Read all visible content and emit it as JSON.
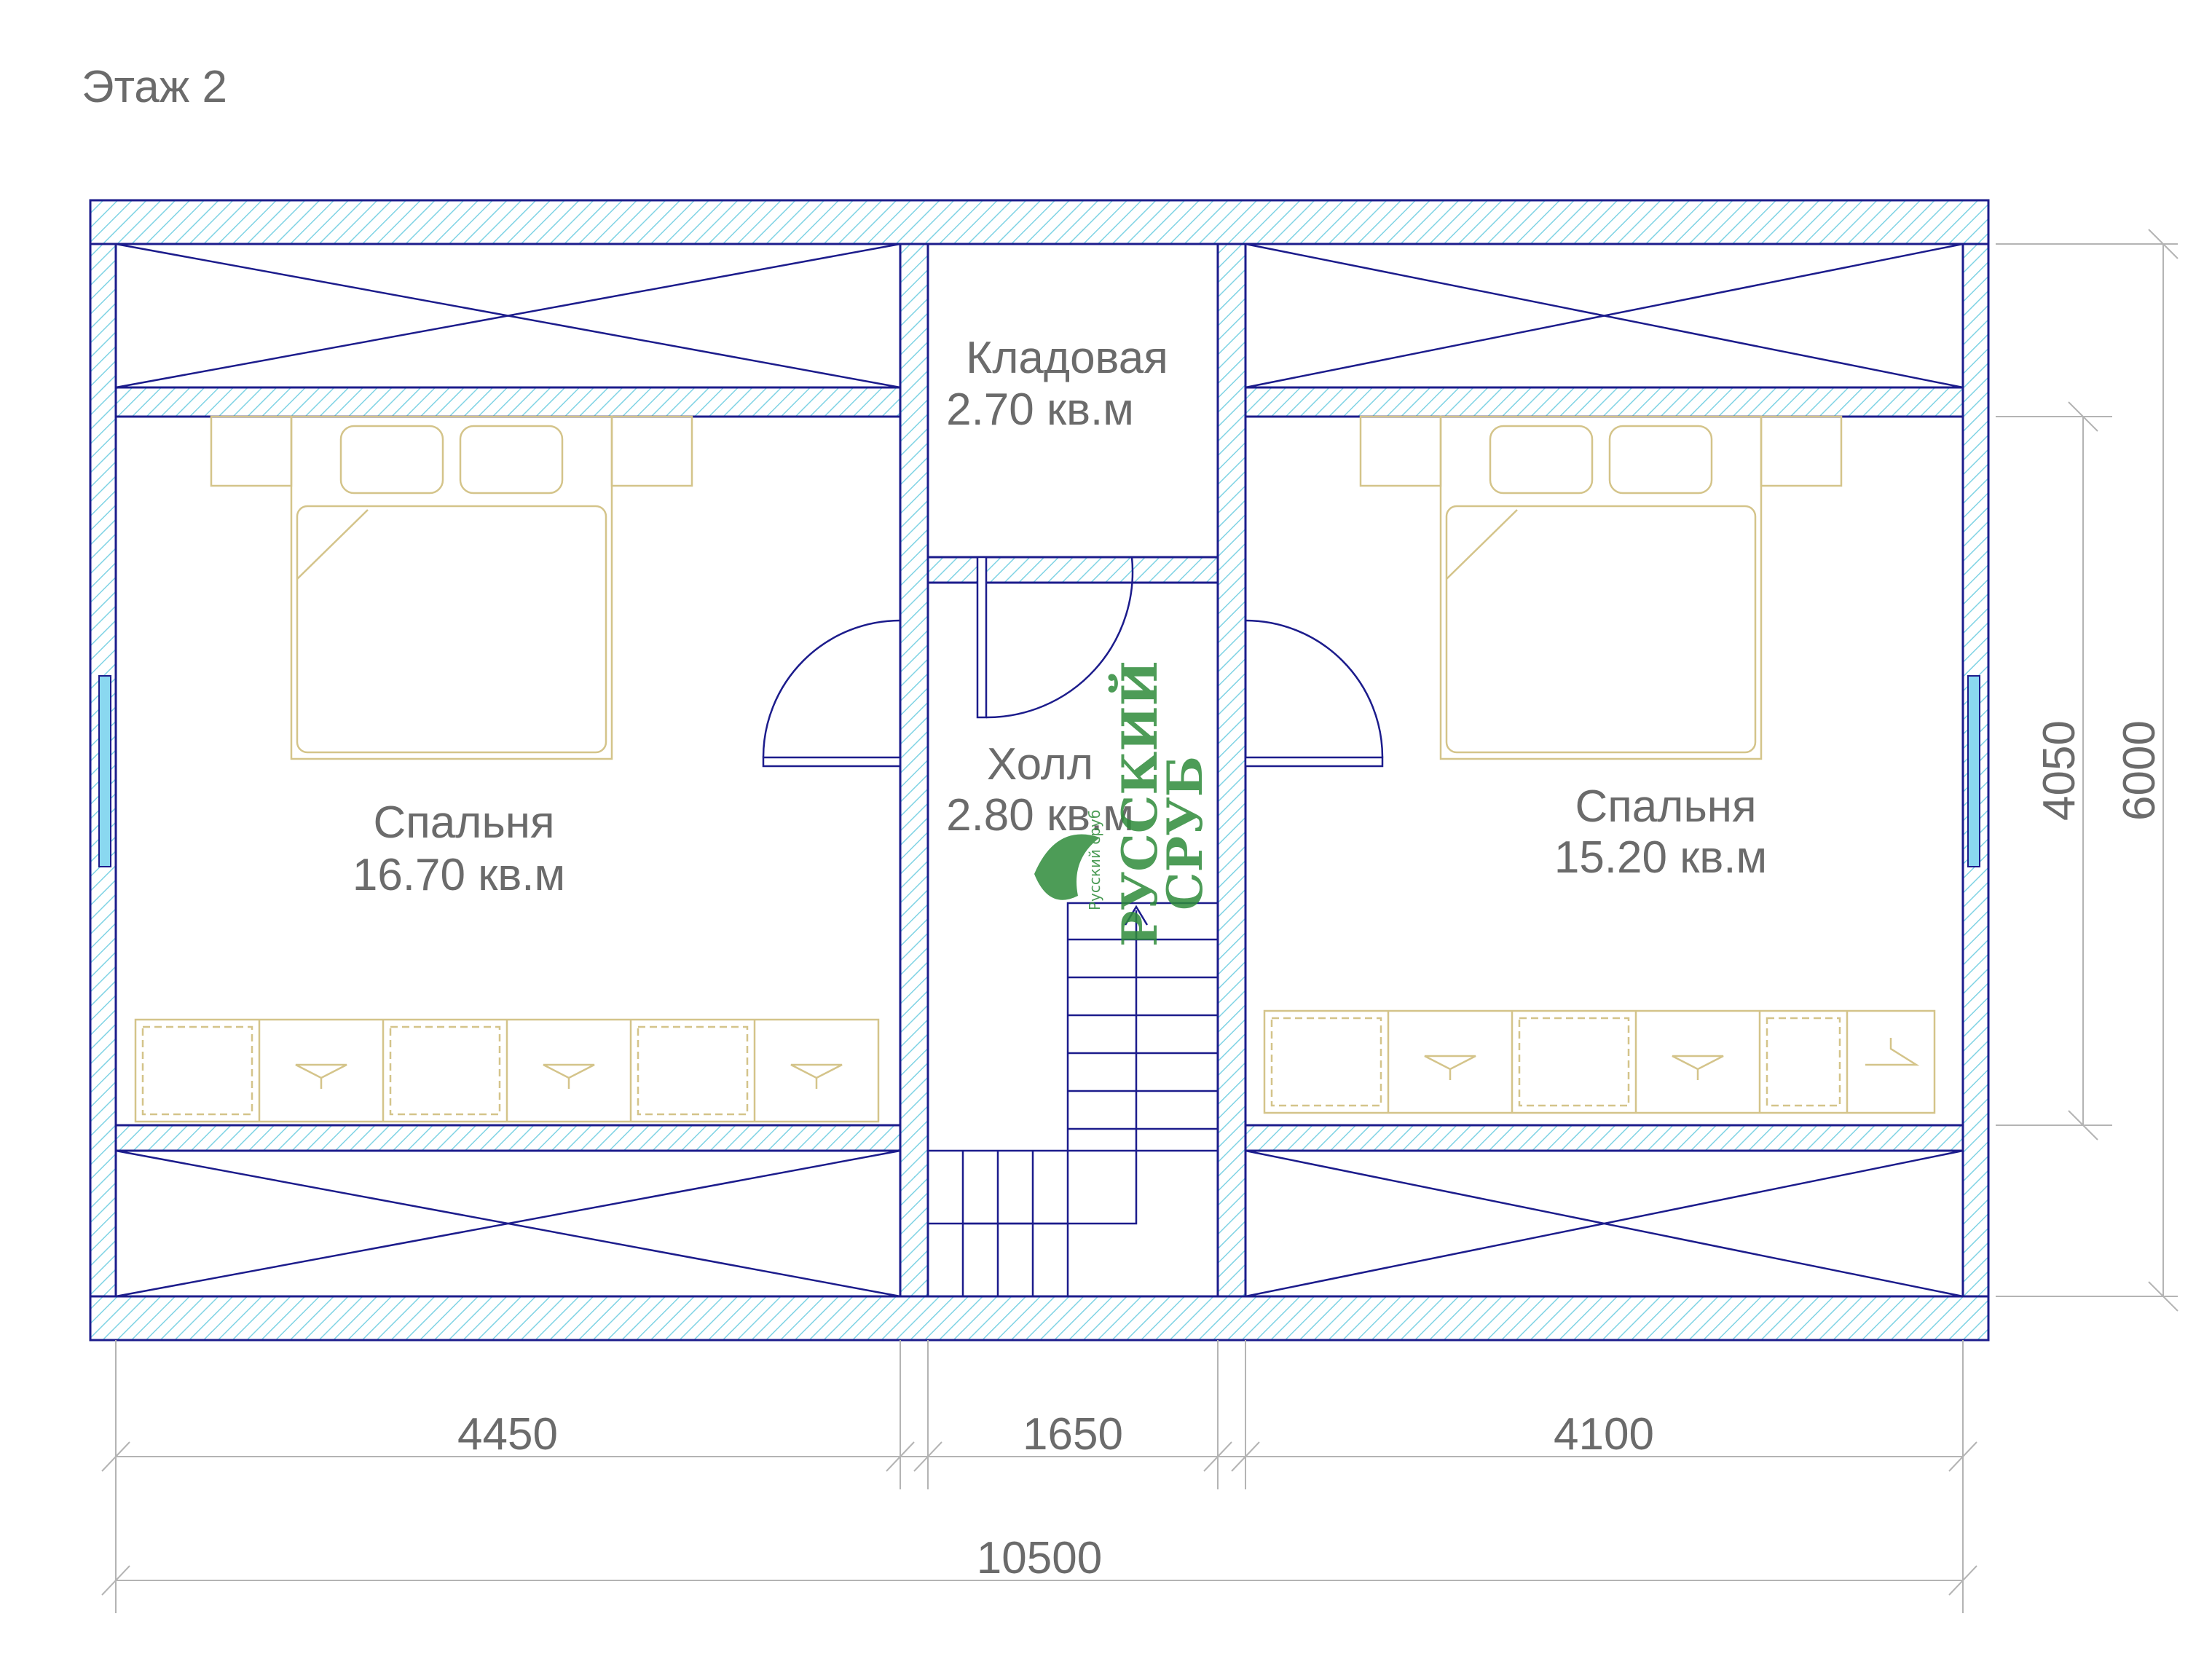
{
  "floor_label": "Этаж  2",
  "rooms": {
    "storage": {
      "name": "Кладовая",
      "area": "2.70 кв.м"
    },
    "hall": {
      "name": "Холл",
      "area": "2.80 кв.м"
    },
    "bedroom_left": {
      "name": "Спальня",
      "area": "16.70 кв.м"
    },
    "bedroom_right": {
      "name": "Спальня",
      "area": "15.20 кв.м"
    }
  },
  "dimensions": {
    "left_width": "4450",
    "middle_width": "1650",
    "right_width": "4100",
    "total_width": "10500",
    "bedroom_depth": "4050",
    "total_depth": "6000"
  },
  "watermark": {
    "line1": "РУССКИЙ",
    "line2": "СРУБ",
    "small": "Русский сруб"
  },
  "colors": {
    "walls": "#1c1c8c",
    "hatch": "#7fd3e4",
    "furniture": "#d4c48a",
    "text": "#6b6b6b",
    "dimension_lines": "#b4b4b4",
    "watermark": "#2e8b3a"
  }
}
